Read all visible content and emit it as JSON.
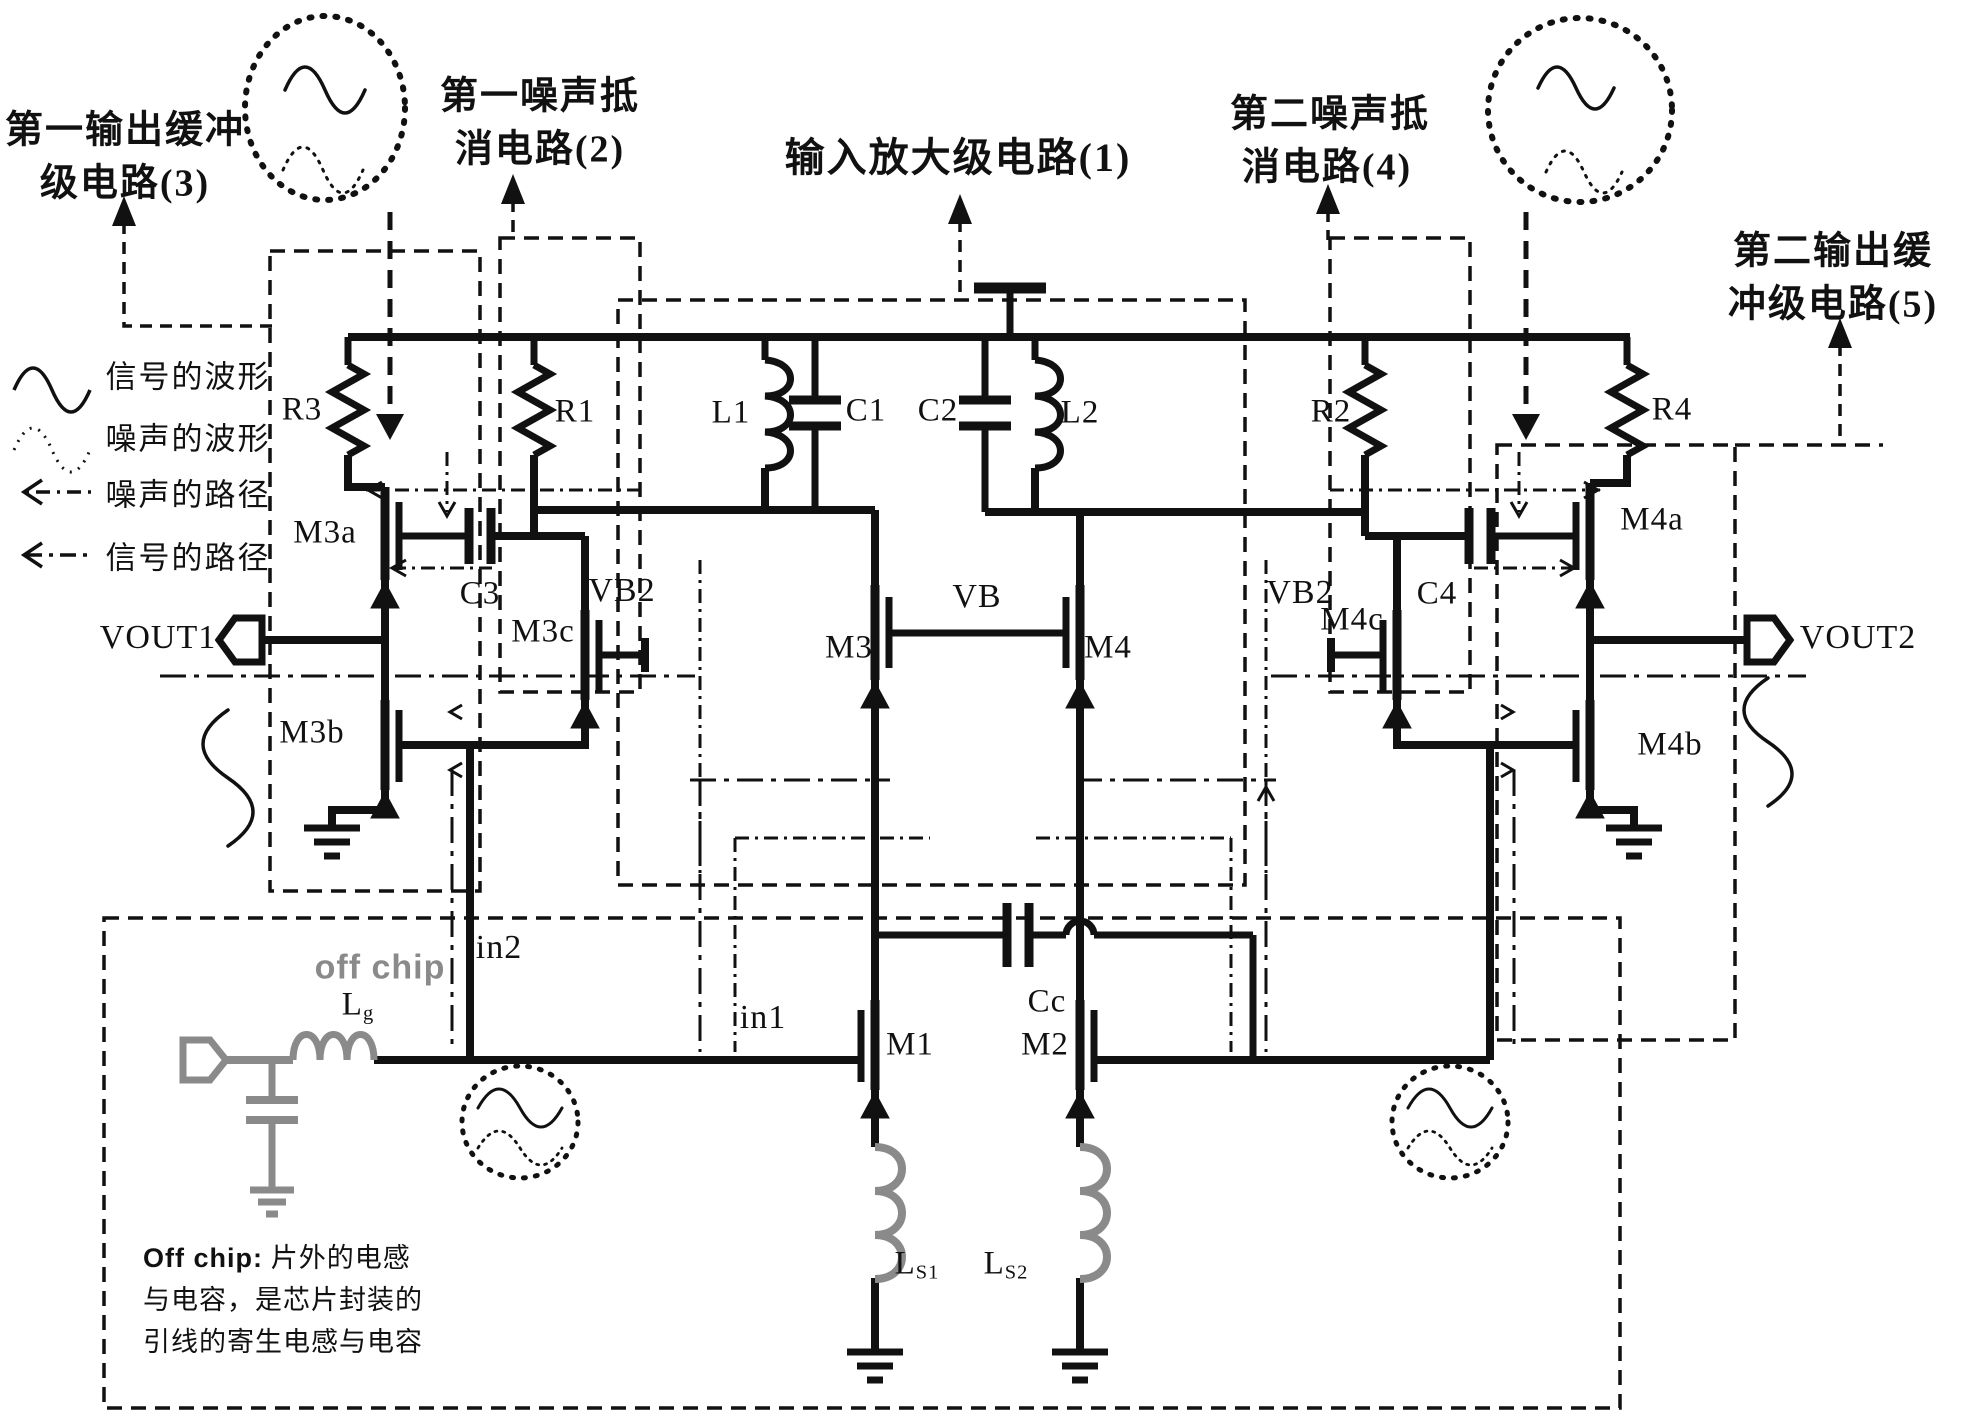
{
  "blocks": {
    "buffer1_line1": "第一输出缓冲",
    "buffer1_line2": "级电路(3)",
    "cancel1_line1": "第一噪声抵",
    "cancel1_line2": "消电路(2)",
    "input_amp": "输入放大级电路(1)",
    "cancel2_line1": "第二噪声抵",
    "cancel2_line2": "消电路(4)",
    "buffer2_line1": "第二输出缓",
    "buffer2_line2": "冲级电路(5)"
  },
  "legend": {
    "signal_wave": "信号的波形",
    "noise_wave": "噪声的波形",
    "noise_path": "噪声的路径",
    "signal_path": "信号的路径"
  },
  "components": {
    "R1": "R1",
    "R2": "R2",
    "R3": "R3",
    "R4": "R4",
    "L1": "L1",
    "L2": "L2",
    "C1": "C1",
    "C2": "C2",
    "C3": "C3",
    "C4": "C4",
    "Cc": "Cc",
    "Lg": {
      "main": "L",
      "sub": "g"
    },
    "Ls1": {
      "main": "L",
      "sub": "S1"
    },
    "Ls2": {
      "main": "L",
      "sub": "S2"
    }
  },
  "transistors": {
    "M1": "M1",
    "M2": "M2",
    "M3": "M3",
    "M4": "M4",
    "M3a": "M3a",
    "M3b": "M3b",
    "M3c": "M3c",
    "M4a": "M4a",
    "M4b": "M4b",
    "M4c": "M4c"
  },
  "nets": {
    "VB": "VB",
    "VB2": "VB2",
    "VOUT1": "VOUT1",
    "VOUT2": "VOUT2",
    "in1": "in1",
    "in2": "in2"
  },
  "notes": {
    "off_chip_tag": "off chip",
    "note_bold": "Off chip:",
    "note_line1": " 片外的电感",
    "note_line2": "与电容，是芯片封装的",
    "note_line3": "引线的寄生电感与电容"
  },
  "colors": {
    "ink": "#111111",
    "offchip_gray": "#8a8a8a"
  }
}
